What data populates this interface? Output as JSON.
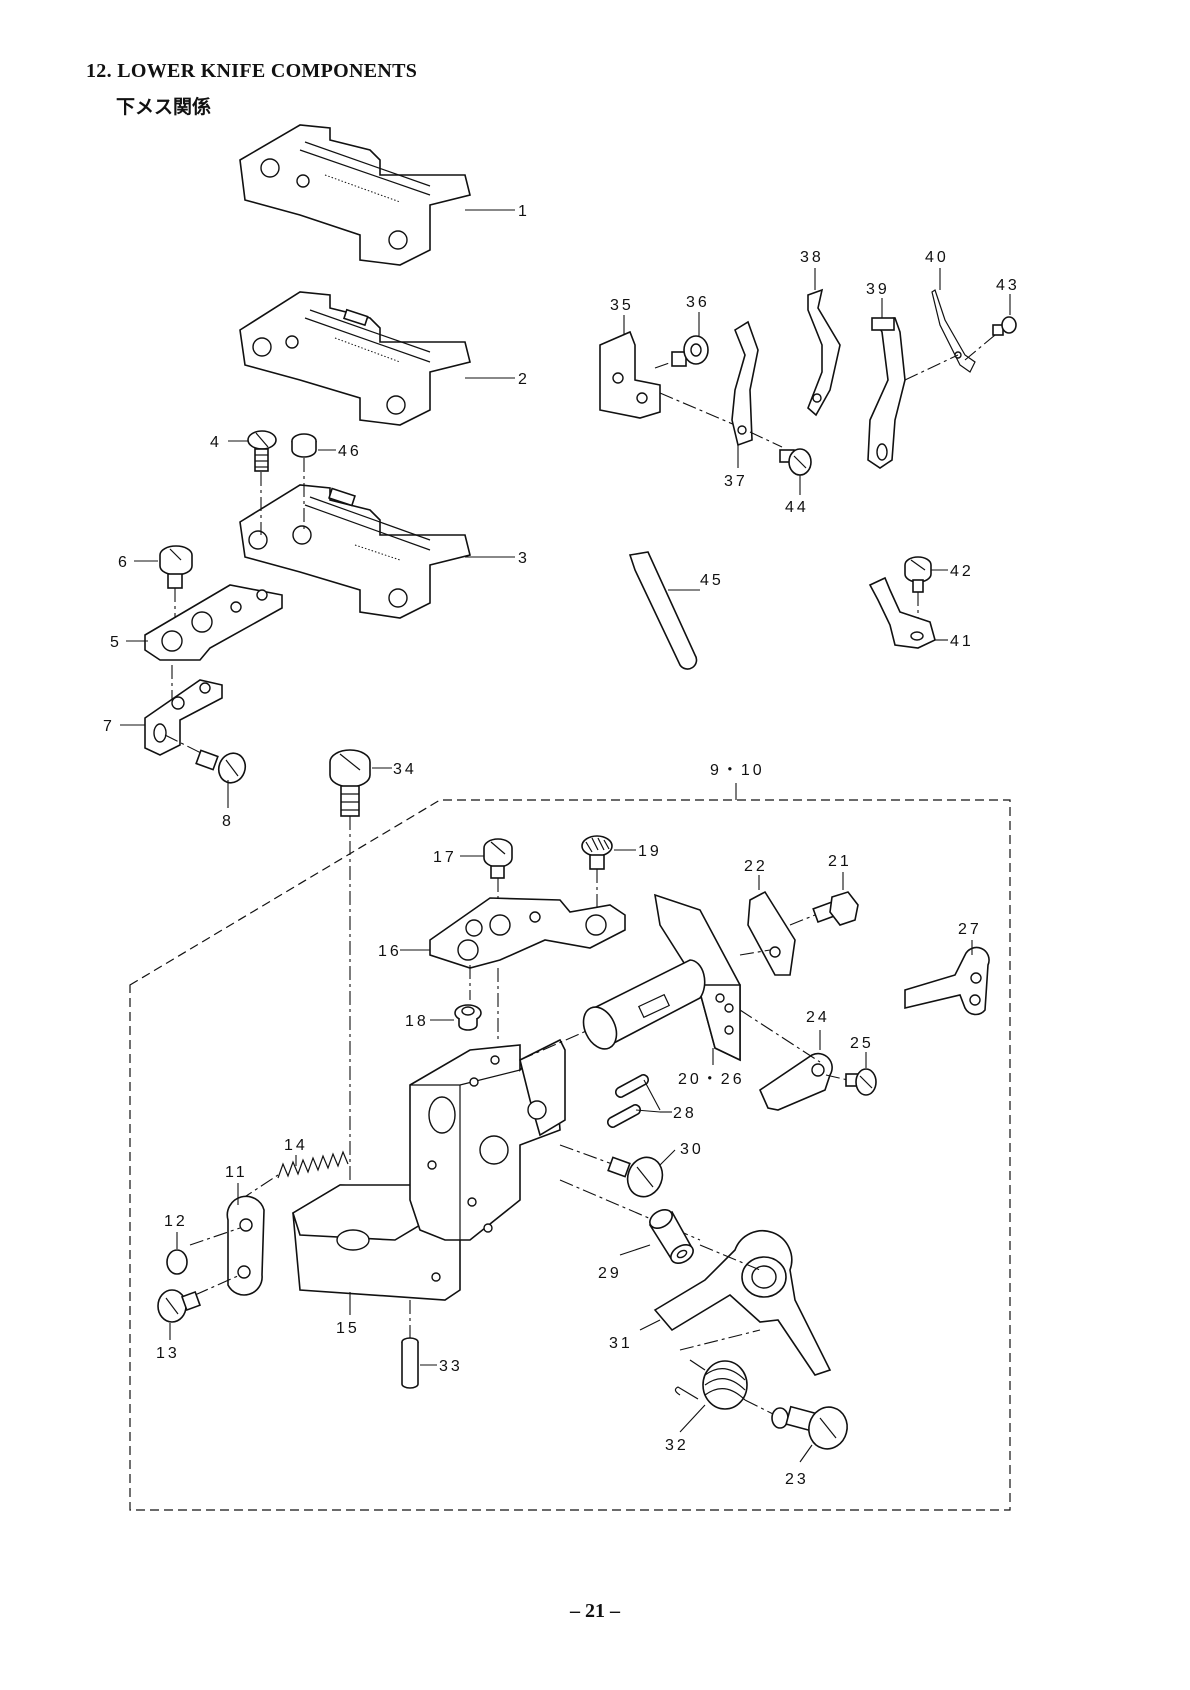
{
  "header": {
    "title": "12. LOWER KNIFE COMPONENTS",
    "subtitle": "下メス関係"
  },
  "labels": {
    "p1": "1",
    "p2": "2",
    "p3": "3",
    "p4": "4",
    "p5": "5",
    "p6": "6",
    "p7": "7",
    "p8": "8",
    "p9_10": "9・10",
    "p11": "11",
    "p12": "12",
    "p13": "13",
    "p14": "14",
    "p15": "15",
    "p16": "16",
    "p17": "17",
    "p18": "18",
    "p19": "19",
    "p20_26": "20・26",
    "p21": "21",
    "p22": "22",
    "p23": "23",
    "p24": "24",
    "p25": "25",
    "p27": "27",
    "p28": "28",
    "p29": "29",
    "p30": "30",
    "p31": "31",
    "p32": "32",
    "p33": "33",
    "p34": "34",
    "p35": "35",
    "p36": "36",
    "p37": "37",
    "p38": "38",
    "p39": "39",
    "p40": "40",
    "p41": "41",
    "p42": "42",
    "p43": "43",
    "p44": "44",
    "p45": "45",
    "p46": "46"
  },
  "footer": {
    "page_number": "– 21 –"
  }
}
